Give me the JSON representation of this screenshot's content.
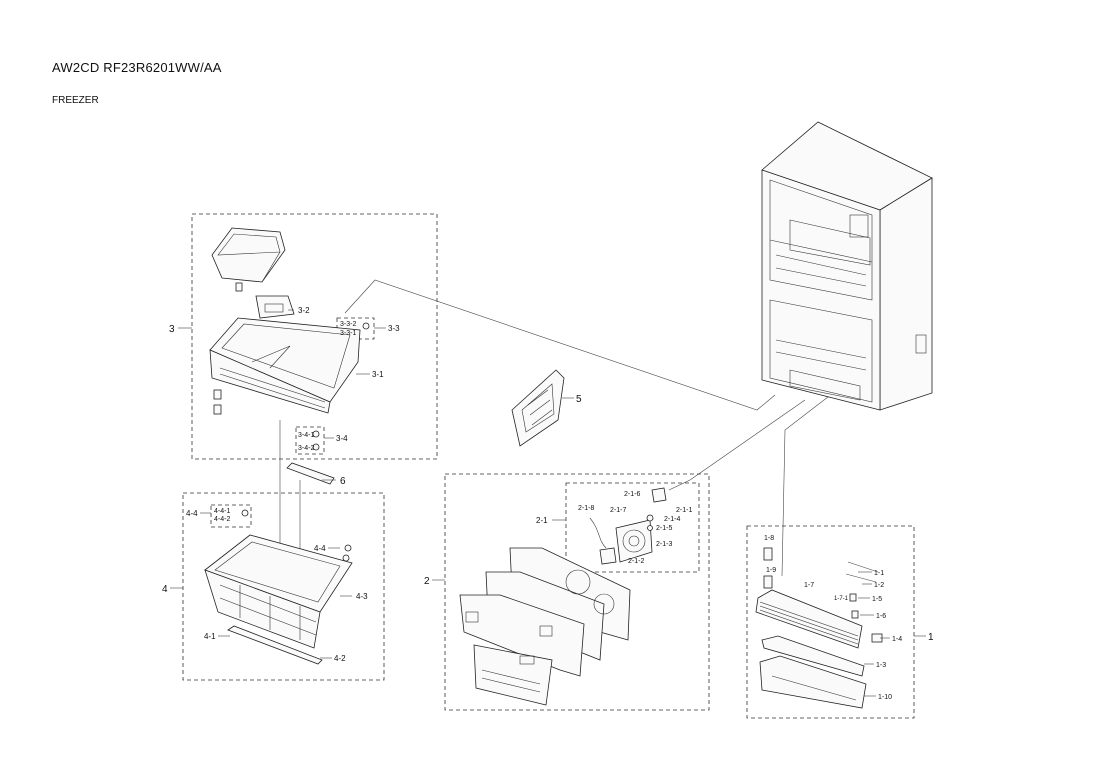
{
  "header": {
    "model": "AW2CD  RF23R6201WW/AA",
    "section": "FREEZER"
  },
  "groups": {
    "g3": "3",
    "g4": "4",
    "g2": "2",
    "g1": "1",
    "g5": "5",
    "g6": "6"
  },
  "labels": {
    "l3_2": "3-2",
    "l3_3": "3-3",
    "l3_3_2": "3-3-2",
    "l3_3_1": "3-3-1",
    "l3_1": "3-1",
    "l3_4": "3-4",
    "l3_4_1": "3-4-1",
    "l3_4_2": "3-4-2",
    "l4_4": "4-4",
    "l4_4_1": "4-4-1",
    "l4_4_2": "4-4-2",
    "l4_4b": "4-4",
    "l4_3": "4-3",
    "l4_1": "4-1",
    "l4_2": "4-2",
    "l2_1": "2-1",
    "l2_1_6": "2-1-6",
    "l2_1_8": "2-1-8",
    "l2_1_7": "2-1-7",
    "l2_1_1": "2-1-1",
    "l2_1_4": "2-1-4",
    "l2_1_5": "2-1-5",
    "l2_1_3": "2-1-3",
    "l2_1_2": "2-1-2",
    "l1_8": "1-8",
    "l1_9": "1-9",
    "l1_7": "1-7",
    "l1_7_1": "1-7-1",
    "l1_1": "1-1",
    "l1_2": "1-2",
    "l1_5": "1-5",
    "l1_6": "1-6",
    "l1_4": "1-4",
    "l1_3": "1-3",
    "l1_10": "1-10"
  },
  "icons": [
    "refrigerator-cabinet",
    "freezer-drawer",
    "ice-bin",
    "basket",
    "evaporator-cover",
    "evaporator-coil",
    "fan-motor",
    "filter"
  ]
}
